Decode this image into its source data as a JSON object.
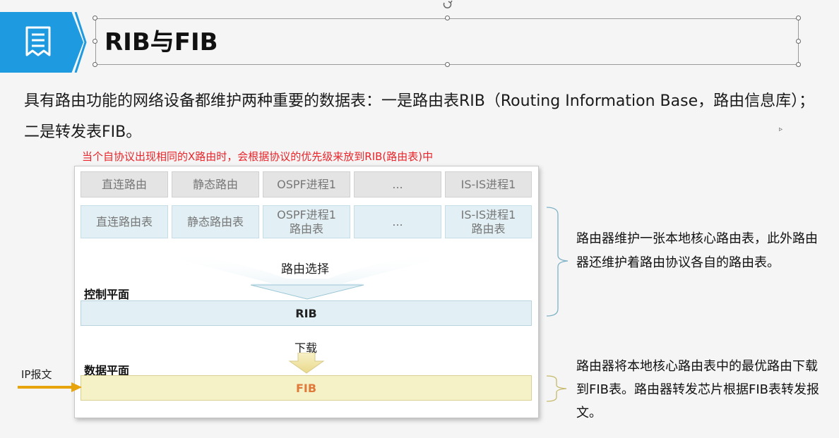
{
  "slide": {
    "title": "RIB与FIB",
    "intro": "具有路由功能的网络设备都维护两种重要的数据表：一是路由表RIB（Routing Information Base，路由信息库）； 二是转发表FIB。"
  },
  "diagram": {
    "red_note": "当个自协议出现相同的X路由时，会根据协议的优先级来放到RIB(路由表)中",
    "row1": [
      "直连路由",
      "静态路由",
      "OSPF进程1",
      "...",
      "IS-IS进程1"
    ],
    "row2": [
      "直连路由表",
      "静态路由表",
      "OSPF进程1\n路由表",
      "...",
      "IS-IS进程1\n路由表"
    ],
    "route_select": "路由选择",
    "control_plane": "控制平面",
    "rib": "RIB",
    "download": "下载",
    "data_plane": "数据平面",
    "fib": "FIB",
    "ip_packet": "IP报文"
  },
  "notes": {
    "rib_note": "路由器维护一张本地核心路由表，此外路由器还维护着路由协议各自的路由表。",
    "fib_note": "路由器将本地核心路由表中的最优路由下载到FIB表。路由器转发芯片根据FIB表转发报文。"
  },
  "colors": {
    "header_blue": "#1e9be0",
    "red_note": "#e8252a",
    "arrow_orange": "#e8a40c",
    "fib_text": "#e07a3a"
  },
  "icons": [
    "document-icon",
    "rotate-handle-icon",
    "arrow-right-icon",
    "arrow-down-icon",
    "bracket-icon"
  ]
}
